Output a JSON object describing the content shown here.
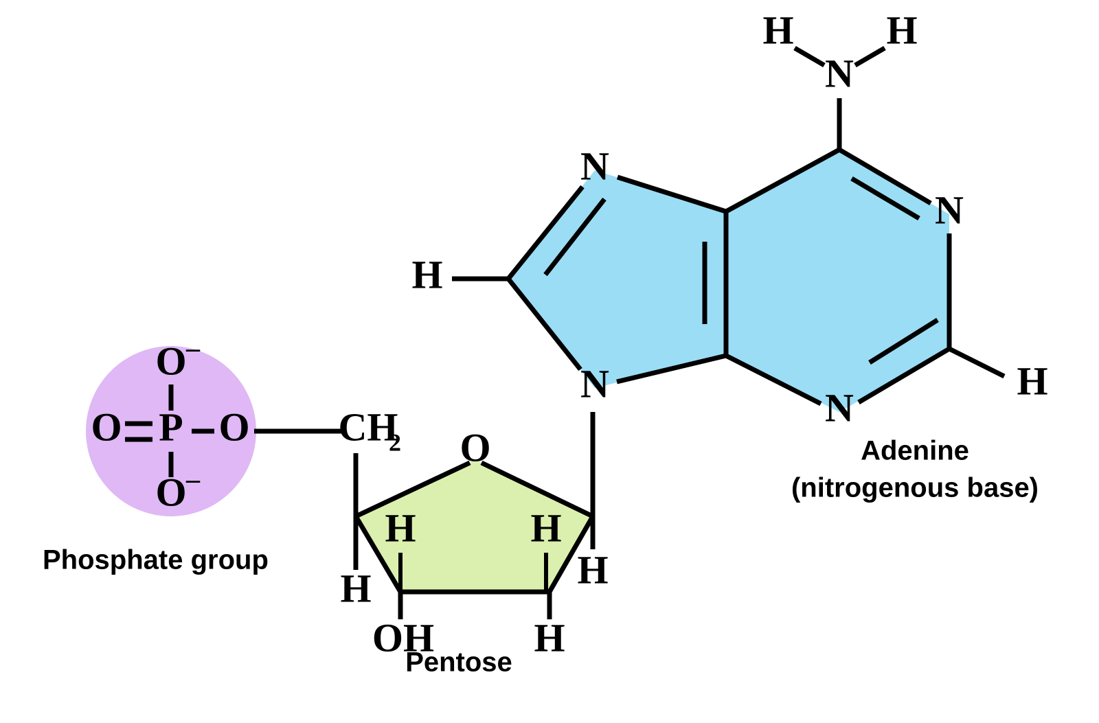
{
  "diagram": {
    "title": "Nucleotide structure",
    "background": "#ffffff",
    "line_color": "#000000"
  },
  "colors": {
    "phosphate_circle": "#DFB8F5",
    "pentose_ring": "#DBF0AE",
    "adenine_ring": "#9BDDF5",
    "bond": "#000000",
    "text": "#000000"
  },
  "labels": {
    "phosphate_group": "Phosphate group",
    "pentose": "Pentose",
    "adenine": "Adenine",
    "adenine_sub": "(nitrogenous base)"
  },
  "phosphate": {
    "center_atom": "P",
    "top_oxygen": "O",
    "top_oxygen_charge": "–",
    "left_oxygen": "O",
    "right_oxygen": "O",
    "bottom_oxygen": "O",
    "bottom_oxygen_charge": "–"
  },
  "linker": {
    "carbon": "CH",
    "carbon_subscript": "2"
  },
  "pentose": {
    "ring_oxygen": "O",
    "h_upper_left": "H",
    "h_upper_right": "H",
    "h_left_exocyclic": "H",
    "h_right_exocyclic": "H",
    "hydroxyl": "OH",
    "h_bottom_right": "H"
  },
  "adenine": {
    "amino_nitrogen": "N",
    "amino_h_left": "H",
    "amino_h_right": "H",
    "n_imidazole_top": "N",
    "n_imidazole_bottom": "N",
    "h_c8": "H",
    "n_pyrimidine_top_right": "N",
    "n_pyrimidine_bottom": "N",
    "h_c2": "H"
  }
}
